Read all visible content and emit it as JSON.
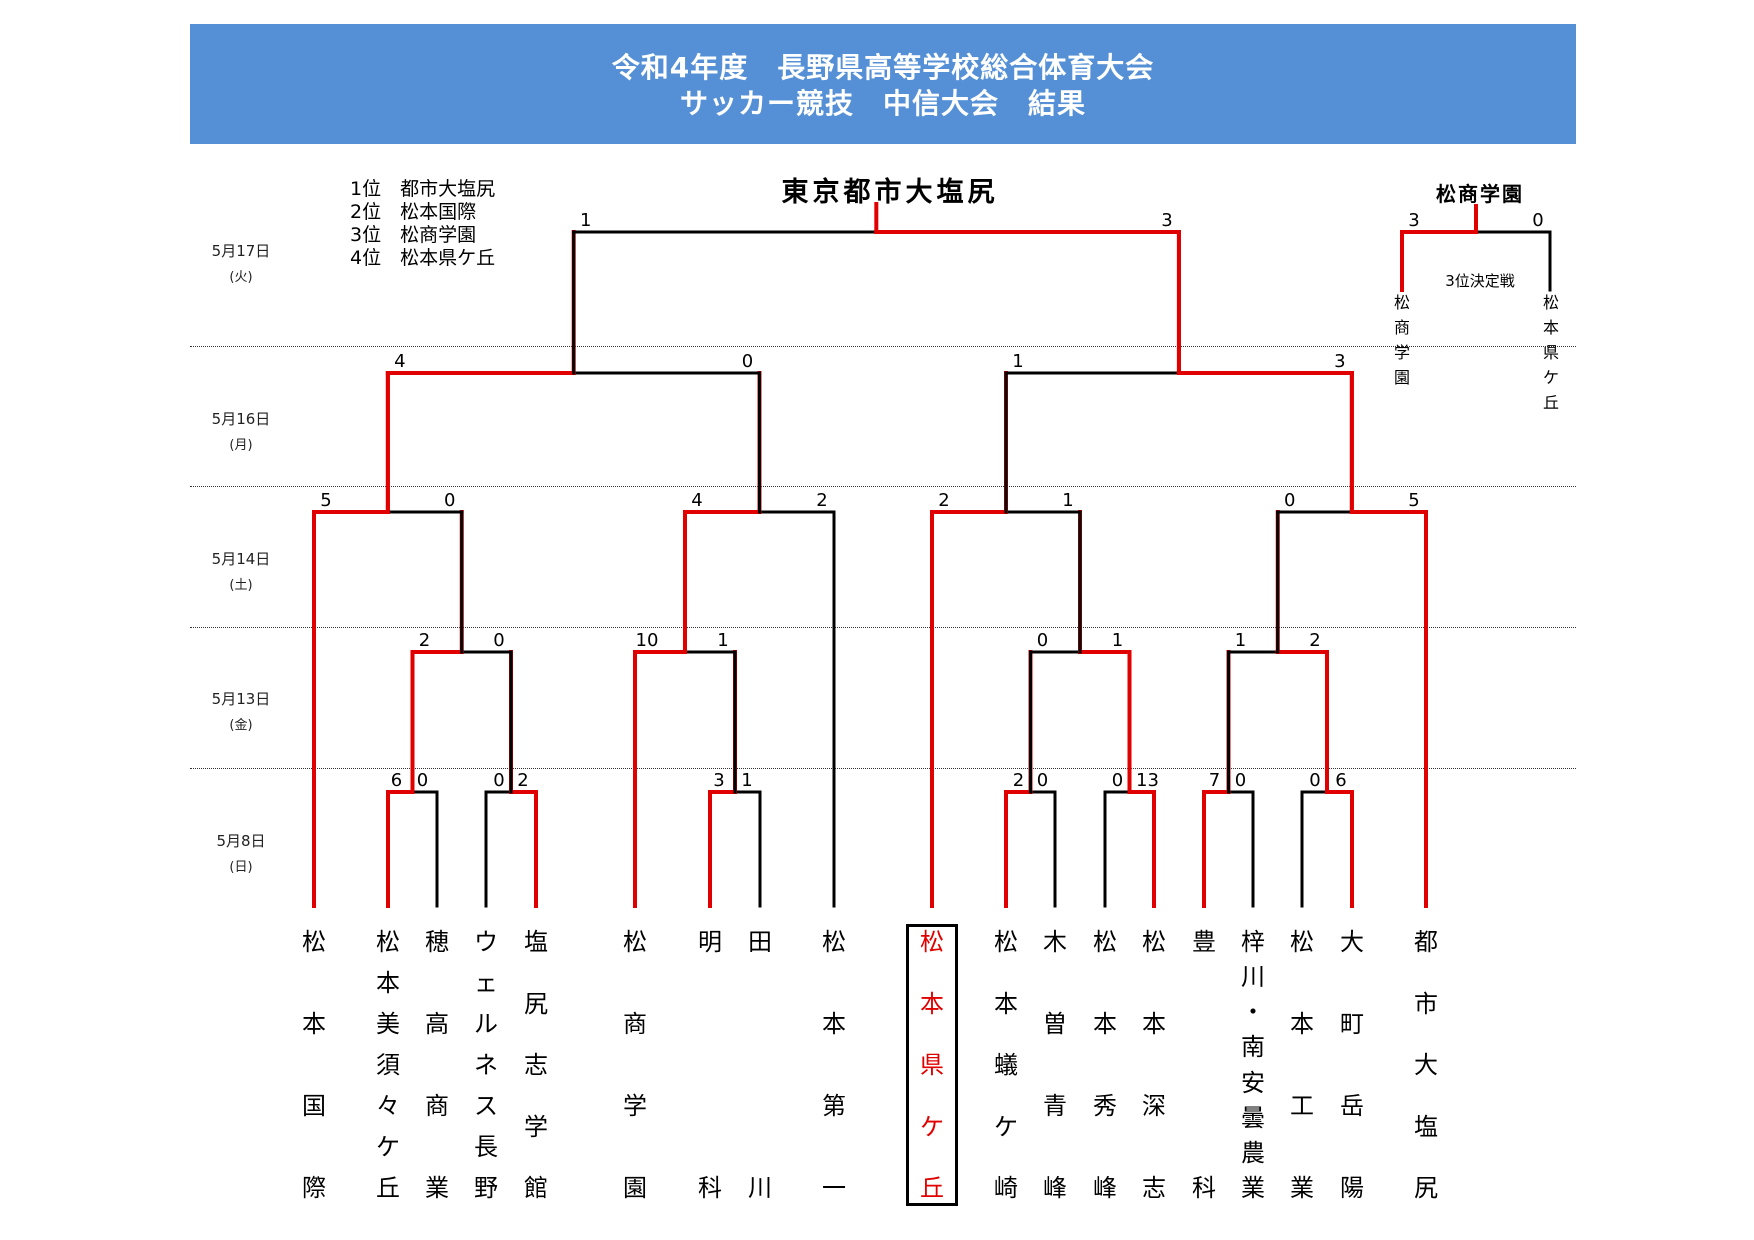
{
  "header": {
    "title_line1": "令和4年度　長野県高等学校総合体育大会",
    "title_line2": "サッカー競技　中信大会　結果"
  },
  "days": [
    {
      "date": "5月17日",
      "weekday": "(火)"
    },
    {
      "date": "5月16日",
      "weekday": "(月)"
    },
    {
      "date": "5月14日",
      "weekday": "(土)"
    },
    {
      "date": "5月13日",
      "weekday": "(金)"
    },
    {
      "date": "5月8日",
      "weekday": "(日)"
    }
  ],
  "standings": [
    {
      "rank": "1位",
      "team": "都市大塩尻"
    },
    {
      "rank": "2位",
      "team": "松本国際"
    },
    {
      "rank": "3位",
      "team": "松商学園"
    },
    {
      "rank": "4位",
      "team": "松本県ケ丘"
    }
  ],
  "champion": "東京都市大塩尻",
  "third_place": {
    "winner": "松商学園",
    "label": "3位決定戦",
    "score_left": "3",
    "score_right": "0",
    "team_left": "松商学園",
    "team_right": "松本県ケ丘"
  },
  "teams": [
    {
      "name": "松本国際"
    },
    {
      "name": "松本美須々ケ丘"
    },
    {
      "name": "穂高商業"
    },
    {
      "name": "ウェルネス長野"
    },
    {
      "name": "塩尻志学館"
    },
    {
      "name": "松商学園"
    },
    {
      "name": "明科"
    },
    {
      "name": "田川"
    },
    {
      "name": "松本第一"
    },
    {
      "name": "松本県ケ丘",
      "highlight": true
    },
    {
      "name": "松本蟻ケ崎"
    },
    {
      "name": "木曽青峰"
    },
    {
      "name": "松本秀峰"
    },
    {
      "name": "松本深志"
    },
    {
      "name": "豊科"
    },
    {
      "name": "梓川・南安曇農業"
    },
    {
      "name": "松本工業"
    },
    {
      "name": "大町岳陽"
    },
    {
      "name": "都市大塩尻"
    }
  ],
  "scores": {
    "final": [
      "1",
      "3"
    ],
    "semi_left": [
      "4",
      "0"
    ],
    "semi_right": [
      "1",
      "3"
    ],
    "qf1": [
      "5",
      "0"
    ],
    "qf2": [
      "4",
      "2"
    ],
    "qf3": [
      "2",
      "1"
    ],
    "qf4": [
      "0",
      "5"
    ],
    "r2_1": [
      "2",
      "0"
    ],
    "r2_2": [
      "10",
      "1"
    ],
    "r2_3": [
      "0",
      "1"
    ],
    "r2_4": [
      "1",
      "2"
    ],
    "r1_1": [
      "6",
      "0"
    ],
    "r1_2": [
      "0",
      "2"
    ],
    "r1_3": [
      "3",
      "1"
    ],
    "r1_4": [
      "2",
      "0"
    ],
    "r1_5": [
      "0",
      "13"
    ],
    "r1_6": [
      "7",
      "0"
    ],
    "r1_7": [
      "0",
      "6"
    ]
  },
  "colors": {
    "header_bg": "#5590d6",
    "winner_line": "#e00000",
    "loser_line": "#000000",
    "highlight_text": "#e00000"
  }
}
